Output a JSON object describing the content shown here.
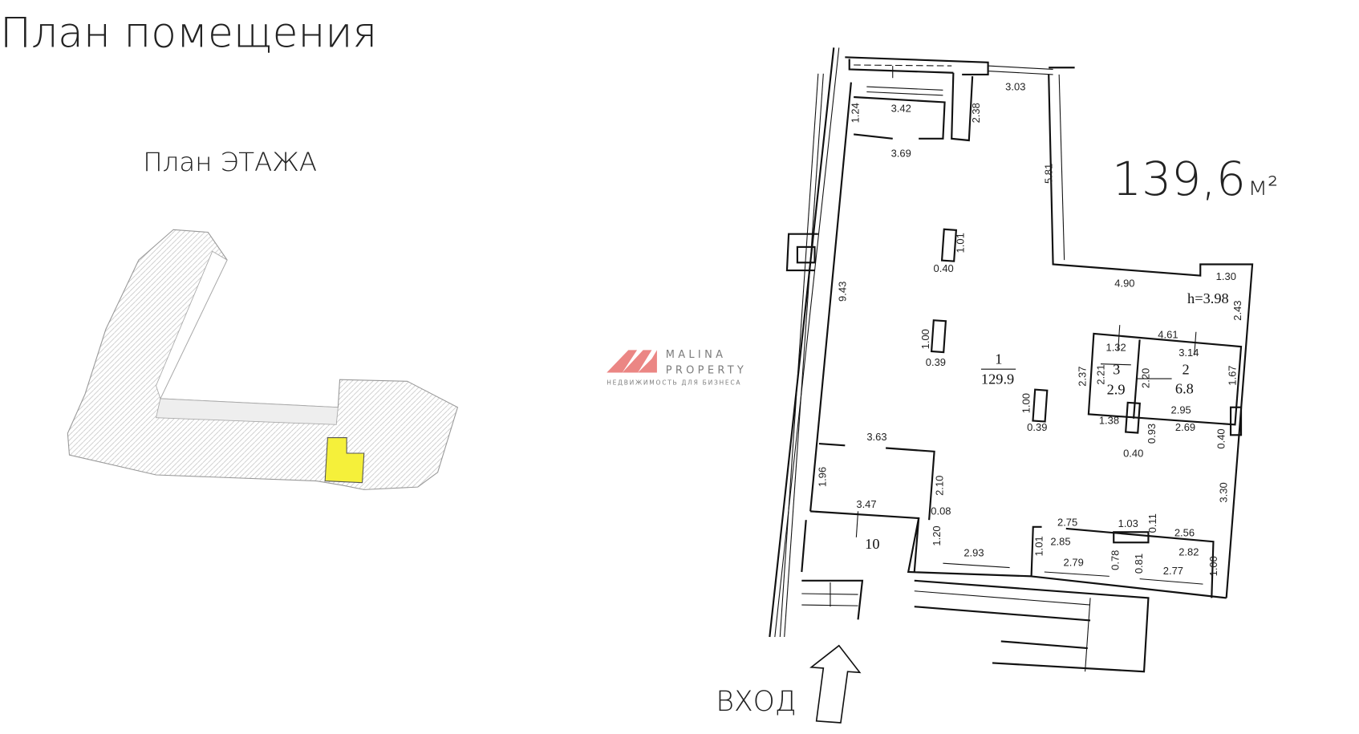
{
  "header": {
    "title": "План помещения",
    "floor_plan_title": "План ЭТАЖА"
  },
  "area": {
    "value": "139,6",
    "unit": "м²"
  },
  "entrance_label": "ВХОД",
  "watermark": {
    "line1": "MALINA",
    "line2": "PROPERTY",
    "tagline": "НЕДВИЖИМОСТЬ ДЛЯ БИЗНЕСА",
    "color": "#e8716f"
  },
  "highlight_color": "#f5f03a",
  "ceiling_height": "h=3.98",
  "rooms": [
    {
      "number": "1",
      "area": "129.9"
    },
    {
      "number": "2",
      "area": "6.8"
    },
    {
      "number": "3",
      "area": "2.9"
    },
    {
      "number": "10"
    }
  ],
  "dimensions": [
    "3.03",
    "3.42",
    "1.24",
    "2.38",
    "3.69",
    "5.81",
    "1.01",
    "0.40",
    "9.43",
    "4.90",
    "1.30",
    "2.43",
    "4.61",
    "1.32",
    "3.14",
    "1.00",
    "0.39",
    "2.37",
    "2.21",
    "2.20",
    "1.67",
    "1.00",
    "0.39",
    "2.95",
    "1.38",
    "0.93",
    "2.69",
    "0.40",
    "0.40",
    "3.63",
    "1.96",
    "2.10",
    "0.08",
    "3.47",
    "3.30",
    "2.75",
    "1.03",
    "0.11",
    "2.56",
    "2.85",
    "2.82",
    "1.20",
    "2.93",
    "1.01",
    "2.79",
    "0.78",
    "0.81",
    "2.77",
    "1.00"
  ]
}
